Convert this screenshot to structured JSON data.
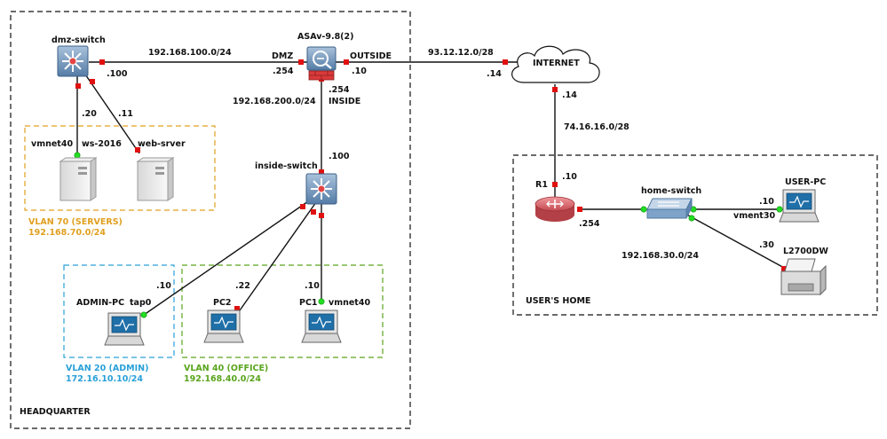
{
  "regions": {
    "headquarter": "HEADQUARTER",
    "users_home": "USER'S HOME",
    "vlan_servers": {
      "name": "VLAN 70 (SERVERS)",
      "subnet": "192.168.70.0/24"
    },
    "vlan_admin": {
      "name": "VLAN 20 (ADMIN)",
      "subnet": "172.16.10.10/24"
    },
    "vlan_office": {
      "name": "VLAN 40 (OFFICE)",
      "subnet": "192.168.40.0/24"
    }
  },
  "devices": {
    "dmz_switch": "dmz-switch",
    "asav": "ASAv-9.8(2)",
    "inside_switch": "inside-switch",
    "internet": "INTERNET",
    "r1": "R1",
    "home_switch": "home-switch",
    "user_pc": "USER-PC",
    "printer": "L2700DW",
    "vmnet40_server": "vmnet40",
    "ws2016": "ws-2016",
    "web_server": "web-srver",
    "admin_pc": "ADMIN-PC",
    "pc2": "PC2",
    "pc1": "PC1"
  },
  "labels": {
    "dmz_net": "192.168.100.0/24",
    "dmz_if": "DMZ",
    "dmz_switch_ip": ".100",
    "asa_dmz_ip": ".254",
    "outside_if": "OUTSIDE",
    "asa_outside_ip": ".10",
    "outside_net": "93.12.12.0/28",
    "internet_left_ip": ".14",
    "internet_down_ip": ".14",
    "wan_net": "74.16.16.0/28",
    "r1_wan_ip": ".10",
    "r1_lan_ip": ".254",
    "home_net": "192.168.30.0/24",
    "user_pc_ip": ".10",
    "vment30": "vment30",
    "printer_ip": ".30",
    "asa_inside_ip": ".254",
    "inside_if": "INSIDE",
    "inside_net": "192.168.200.0/24",
    "inside_switch_ip": ".100",
    "ws2016_ip": ".20",
    "web_ip": ".11",
    "admin_ip": ".10",
    "tap0": "tap0",
    "pc2_ip": ".22",
    "pc1_ip": ".10",
    "vmnet40_pc1": "vmnet40"
  },
  "icons": [
    "multilayer-switch-icon",
    "firewall-icon",
    "cloud-icon",
    "router-icon",
    "switch-icon",
    "server-icon",
    "pc-icon",
    "printer-icon"
  ],
  "colors": {
    "port_red": "#e01010",
    "port_green": "#22dd22",
    "servers_vlan": "#e0a020",
    "admin_vlan": "#2aa0d8",
    "office_vlan": "#5aa51e",
    "switch_blue": "#6a8fb5",
    "router_red": "#d95b60"
  }
}
